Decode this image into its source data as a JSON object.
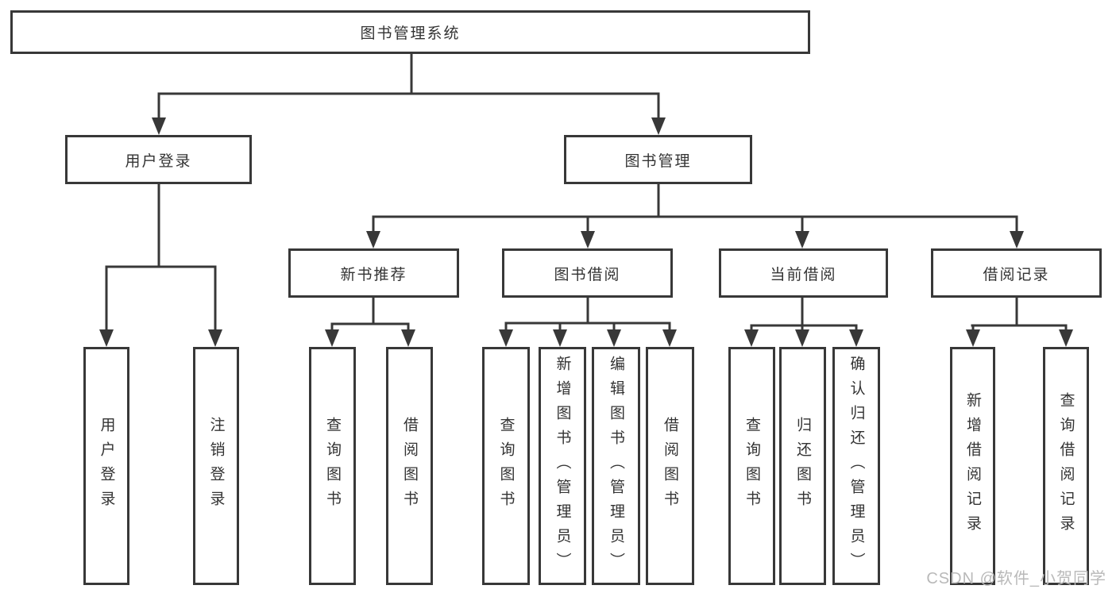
{
  "colors": {
    "line": "#383838",
    "text": "#333333",
    "background": "#ffffff",
    "watermark": "#b9b9b9"
  },
  "watermark": {
    "text": "CSDN @软件_小贺同学"
  },
  "tree": {
    "root": "图书管理系统",
    "level2": [
      {
        "label": "用户登录",
        "children": [
          "用户登录",
          "注销登录"
        ]
      },
      {
        "label": "图书管理",
        "groups": [
          {
            "label": "新书推荐",
            "children": [
              "查询图书",
              "借阅图书"
            ]
          },
          {
            "label": "图书借阅",
            "children": [
              "查询图书",
              "新增图书（管理员）",
              "编辑图书（管理员）",
              "借阅图书"
            ]
          },
          {
            "label": "当前借阅",
            "children": [
              "查询图书",
              "归还图书",
              "确认归还（管理员）"
            ]
          },
          {
            "label": "借阅记录",
            "children": [
              "新增借阅记录",
              "查询借阅记录"
            ]
          }
        ]
      }
    ]
  }
}
